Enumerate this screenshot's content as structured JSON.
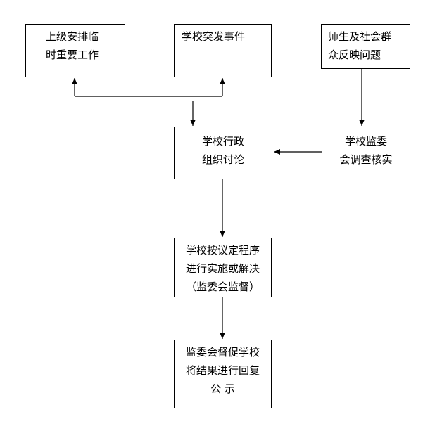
{
  "colors": {
    "line": "#000000",
    "box_border": "#000000",
    "background": "#ffffff"
  },
  "nodes": {
    "superior_task": {
      "line1": "上级安排临",
      "line2": "时重要工作"
    },
    "school_incident": {
      "line1": "学校突发事件"
    },
    "public_issues": {
      "line1": "师生及社会群",
      "line2": "众反映问题"
    },
    "admin_discussion": {
      "line1": "学校行政",
      "line2": "组织讨论"
    },
    "supervisory_investigation": {
      "line1": "学校监委",
      "line2": "会调查核实"
    },
    "implementation": {
      "line1": "学校按议定程序",
      "line2": "进行实施或解决",
      "line3": "（监委会监督）"
    },
    "publicize_result": {
      "line1": "监委会督促学校",
      "line2": "将结果进行回复",
      "line3_left": "公",
      "line3_right": "示"
    }
  }
}
